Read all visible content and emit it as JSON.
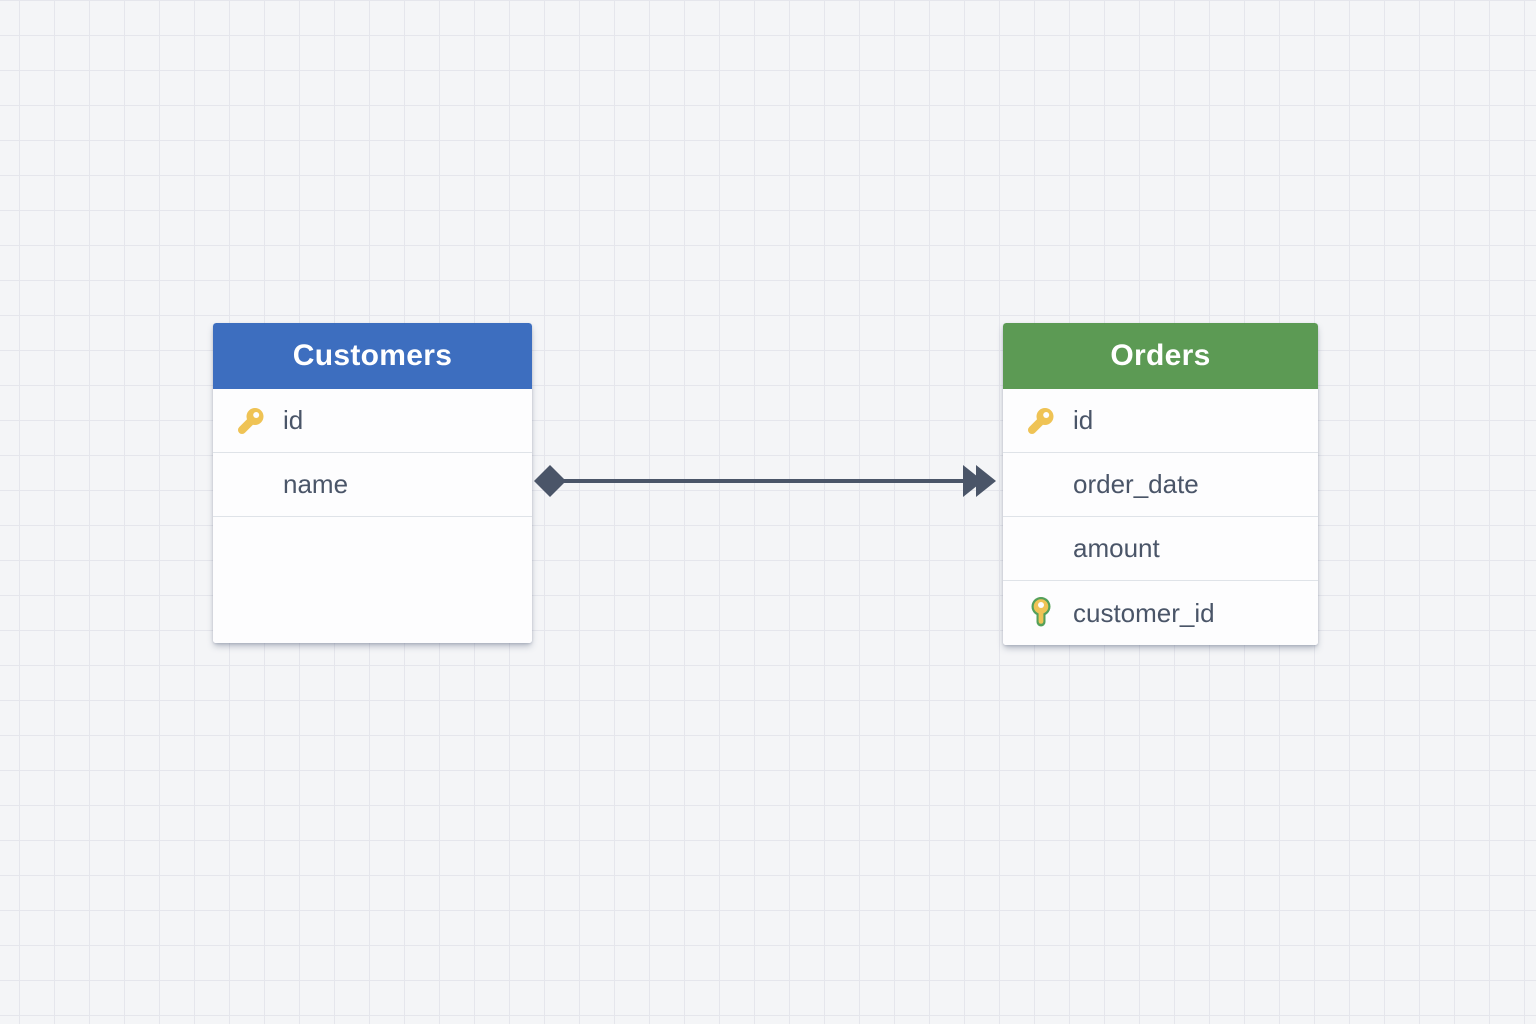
{
  "diagram": {
    "type": "entity-relationship",
    "entities": [
      {
        "name": "Customers",
        "header_color": "#3D6EBF",
        "fields": [
          {
            "name": "id",
            "key": "primary"
          },
          {
            "name": "name",
            "key": "none"
          }
        ]
      },
      {
        "name": "Orders",
        "header_color": "#5C9A54",
        "fields": [
          {
            "name": "id",
            "key": "primary"
          },
          {
            "name": "order_date",
            "key": "none"
          },
          {
            "name": "amount",
            "key": "none"
          },
          {
            "name": "customer_id",
            "key": "foreign"
          }
        ]
      }
    ],
    "relationship": {
      "from_entity": "Customers",
      "to_entity": "Orders",
      "start_marker": "filled-diamond",
      "end_marker": "double-arrow",
      "line_color": "#4A5568"
    },
    "colors": {
      "canvas_background": "#F4F5F7",
      "grid_line": "#E5E6EC",
      "customers_header": "#3D6EBF",
      "orders_header": "#5C9A54",
      "field_text": "#4A5568",
      "row_divider": "#DFE3E8",
      "primary_key_icon": "#EFC355",
      "foreign_key_fill": "#EFC355",
      "foreign_key_outline": "#54A05A",
      "connector": "#4A5568"
    }
  }
}
